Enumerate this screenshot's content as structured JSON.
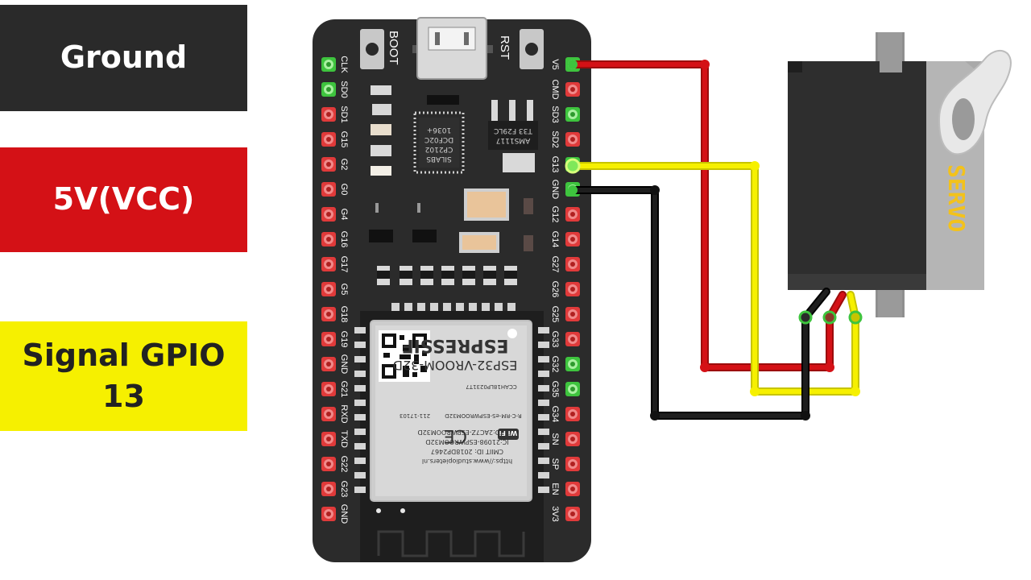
{
  "legend": {
    "ground": "Ground",
    "vcc": "5V(VCC)",
    "signal_line1": "Signal GPIO",
    "signal_line2": "13"
  },
  "board": {
    "buttons": {
      "boot": "BOOT",
      "rst": "RST"
    },
    "left_pins": [
      "CLK",
      "SD0",
      "SD1",
      "G15",
      "G2",
      "G0",
      "G4",
      "G16",
      "G17",
      "G5",
      "G18",
      "G19",
      "GND",
      "G21",
      "RXD",
      "TXD",
      "G22",
      "G23",
      "GND"
    ],
    "right_pins": [
      "V5",
      "CMD",
      "SD3",
      "SD2",
      "G13",
      "GND",
      "G12",
      "G14",
      "G27",
      "G26",
      "G25",
      "G33",
      "G32",
      "G35",
      "G34",
      "SN",
      "SP",
      "EN",
      "3V3"
    ],
    "left_highlight": [
      "CLK",
      "SD0"
    ],
    "right_highlight": [
      "V5",
      "SD3",
      "G13",
      "GND",
      "G32",
      "G35"
    ],
    "chips": {
      "usb_uart": [
        "SILABS",
        "CP2102",
        "DCF02C",
        "1036+"
      ],
      "regulator": [
        "AMS1117",
        "T33 F29LC"
      ]
    },
    "module": {
      "brand": "ESPRESSIF",
      "model": "ESP32-VROOM-32D",
      "lines": [
        "FCC ID:2AC7Z-ESPWROOM32D",
        "IC:21098-ESPWROOM32D",
        "CMIIT ID: 2018DP2467",
        "https://www.studiopieters.nl"
      ],
      "cert": "R-C-RM-eS-ESPWROOM32D",
      "ta": "211-17103",
      "cca": "CCAH18LP0231T7",
      "wifi": "Wi Fi"
    }
  },
  "servo": {
    "label": "SERVO"
  },
  "colors": {
    "ground": "#2a2a2a",
    "vcc": "#d41116",
    "signal": "#f6f000",
    "board": "#2b2b2b",
    "pin_active": "#3ec43e",
    "pin_idle": "#e03a3a",
    "servo_label": "#f3c21b"
  }
}
